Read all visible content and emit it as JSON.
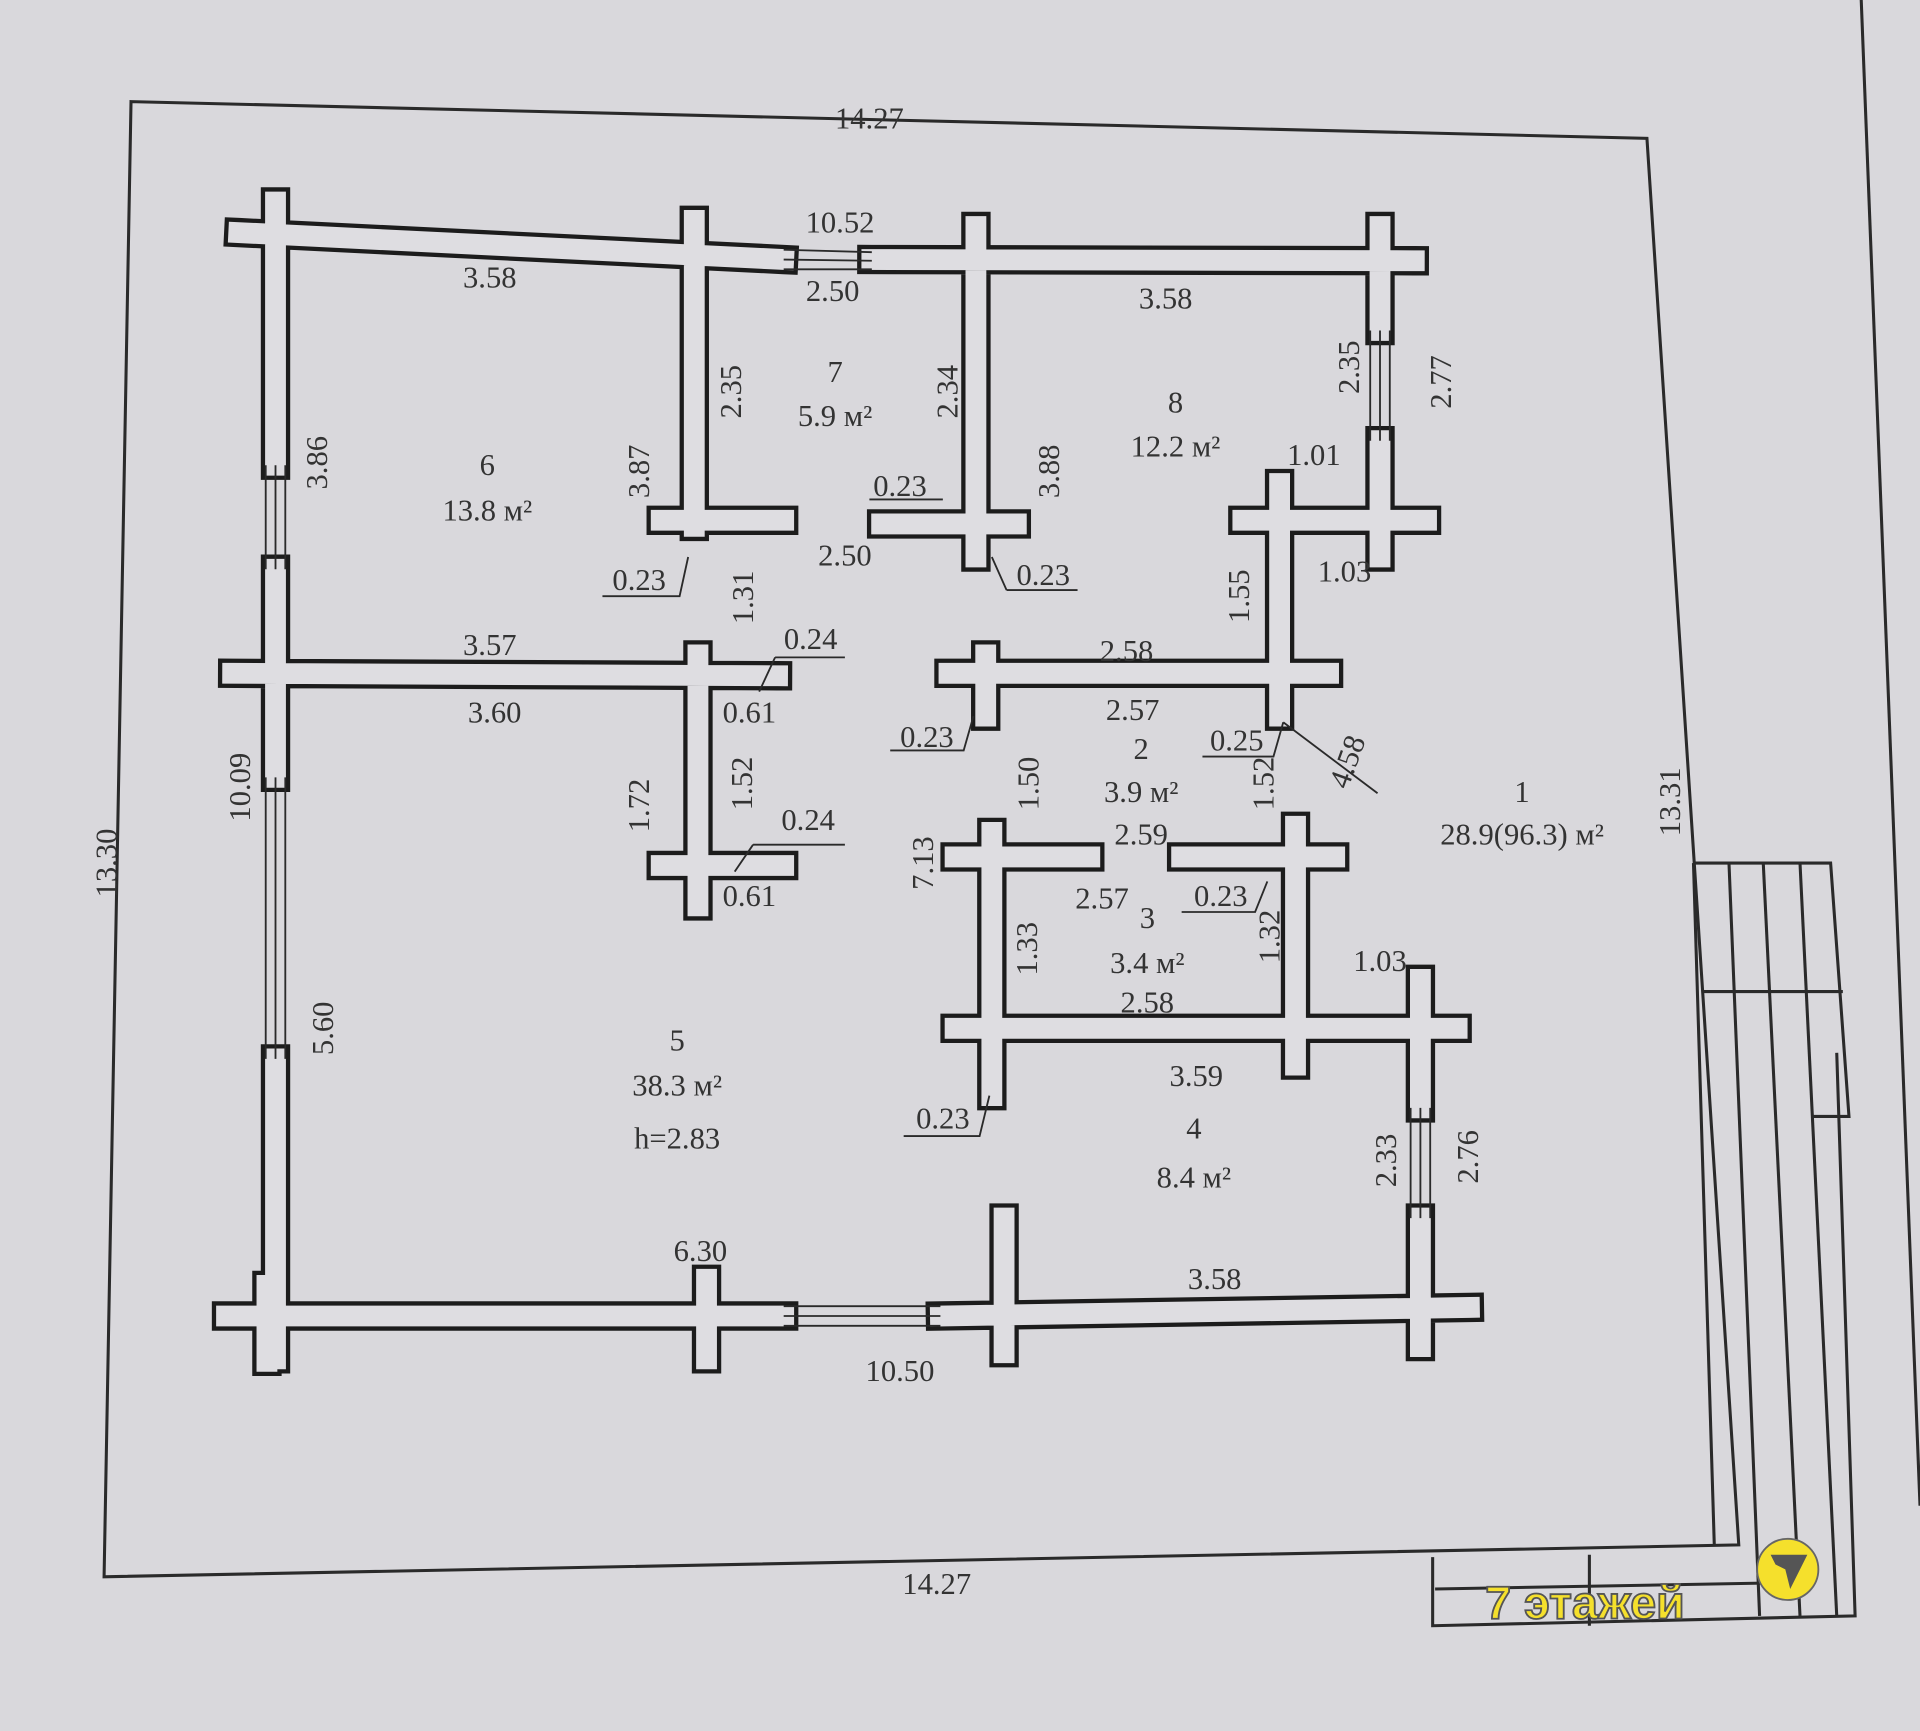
{
  "plan": {
    "outer_dims": {
      "top": "14.27",
      "bottom": "14.27",
      "left": "13.30",
      "right": "13.31"
    },
    "dims": [
      "10.52",
      "2.50",
      "3.58",
      "3.58",
      "2.35",
      "2.34",
      "3.86",
      "3.87",
      "3.88",
      "2.35",
      "2.77",
      "1.01",
      "0.23",
      "0.23",
      "0.23",
      "2.50",
      "1.03",
      "1.31",
      "0.24",
      "3.57",
      "3.60",
      "0.61",
      "1.55",
      "2.58",
      "2.57",
      "0.23",
      "0.25",
      "4.58",
      "1.72",
      "1.52",
      "0.24",
      "0.61",
      "10.09",
      "1.50",
      "1.52",
      "2.59",
      "7.13",
      "2.57",
      "0.23",
      "1.33",
      "1.32",
      "1.03",
      "2.58",
      "3.59",
      "0.23",
      "5.60",
      "2.33",
      "2.76",
      "6.30",
      "3.58",
      "10.50"
    ],
    "rooms": [
      {
        "num": "1",
        "area": "28.9(96.3) м²"
      },
      {
        "num": "2",
        "area": "3.9 м²"
      },
      {
        "num": "3",
        "area": "3.4 м²"
      },
      {
        "num": "4",
        "area": "8.4 м²"
      },
      {
        "num": "5",
        "area": "38.3 м²",
        "height": "h=2.83"
      },
      {
        "num": "6",
        "area": "13.8 м²"
      },
      {
        "num": "7",
        "area": "5.9 м²"
      },
      {
        "num": "8",
        "area": "12.2 м²"
      }
    ]
  },
  "watermark": {
    "text": "7 этажей",
    "logo": "7",
    "color": "#f5e02c"
  }
}
